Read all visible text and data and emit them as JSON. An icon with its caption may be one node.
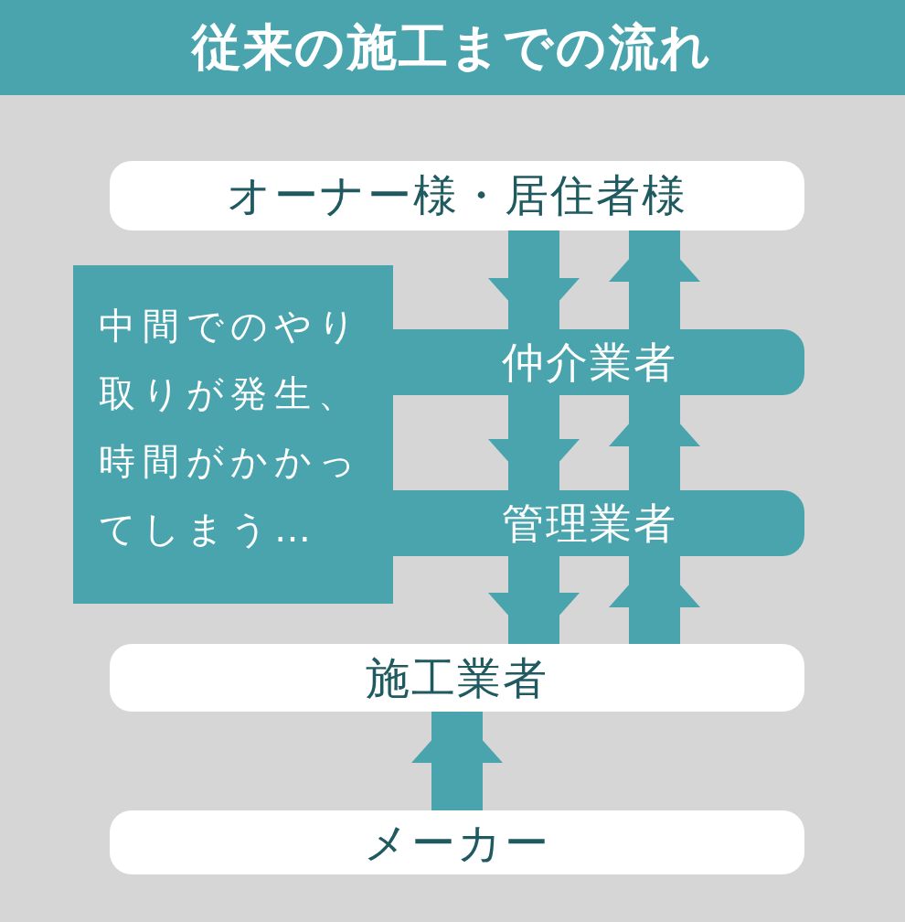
{
  "diagram": {
    "title": "従来の施工までの流れ",
    "nodes": [
      {
        "text": [
          "オーナー様・居住者様"
        ]
      },
      {
        "text": [
          "仲介業者"
        ]
      },
      {
        "text": [
          "管理業者"
        ]
      },
      {
        "text": [
          "施工業者"
        ]
      },
      {
        "text": [
          "メーカー"
        ]
      },
      {
        "text": [
          "中間でのやり取りが発生、時間がかかってしまう…"
        ]
      }
    ],
    "edges": [
      {
        "from": 0,
        "to": 1,
        "arrow": "to"
      },
      {
        "from": 1,
        "to": 0,
        "arrow": "to"
      },
      {
        "from": 1,
        "to": 2,
        "arrow": "to"
      },
      {
        "from": 2,
        "to": 1,
        "arrow": "to"
      },
      {
        "from": 2,
        "to": 3,
        "arrow": "to"
      },
      {
        "from": 3,
        "to": 2,
        "arrow": "to"
      },
      {
        "from": 4,
        "to": 3,
        "arrow": "to"
      }
    ]
  }
}
